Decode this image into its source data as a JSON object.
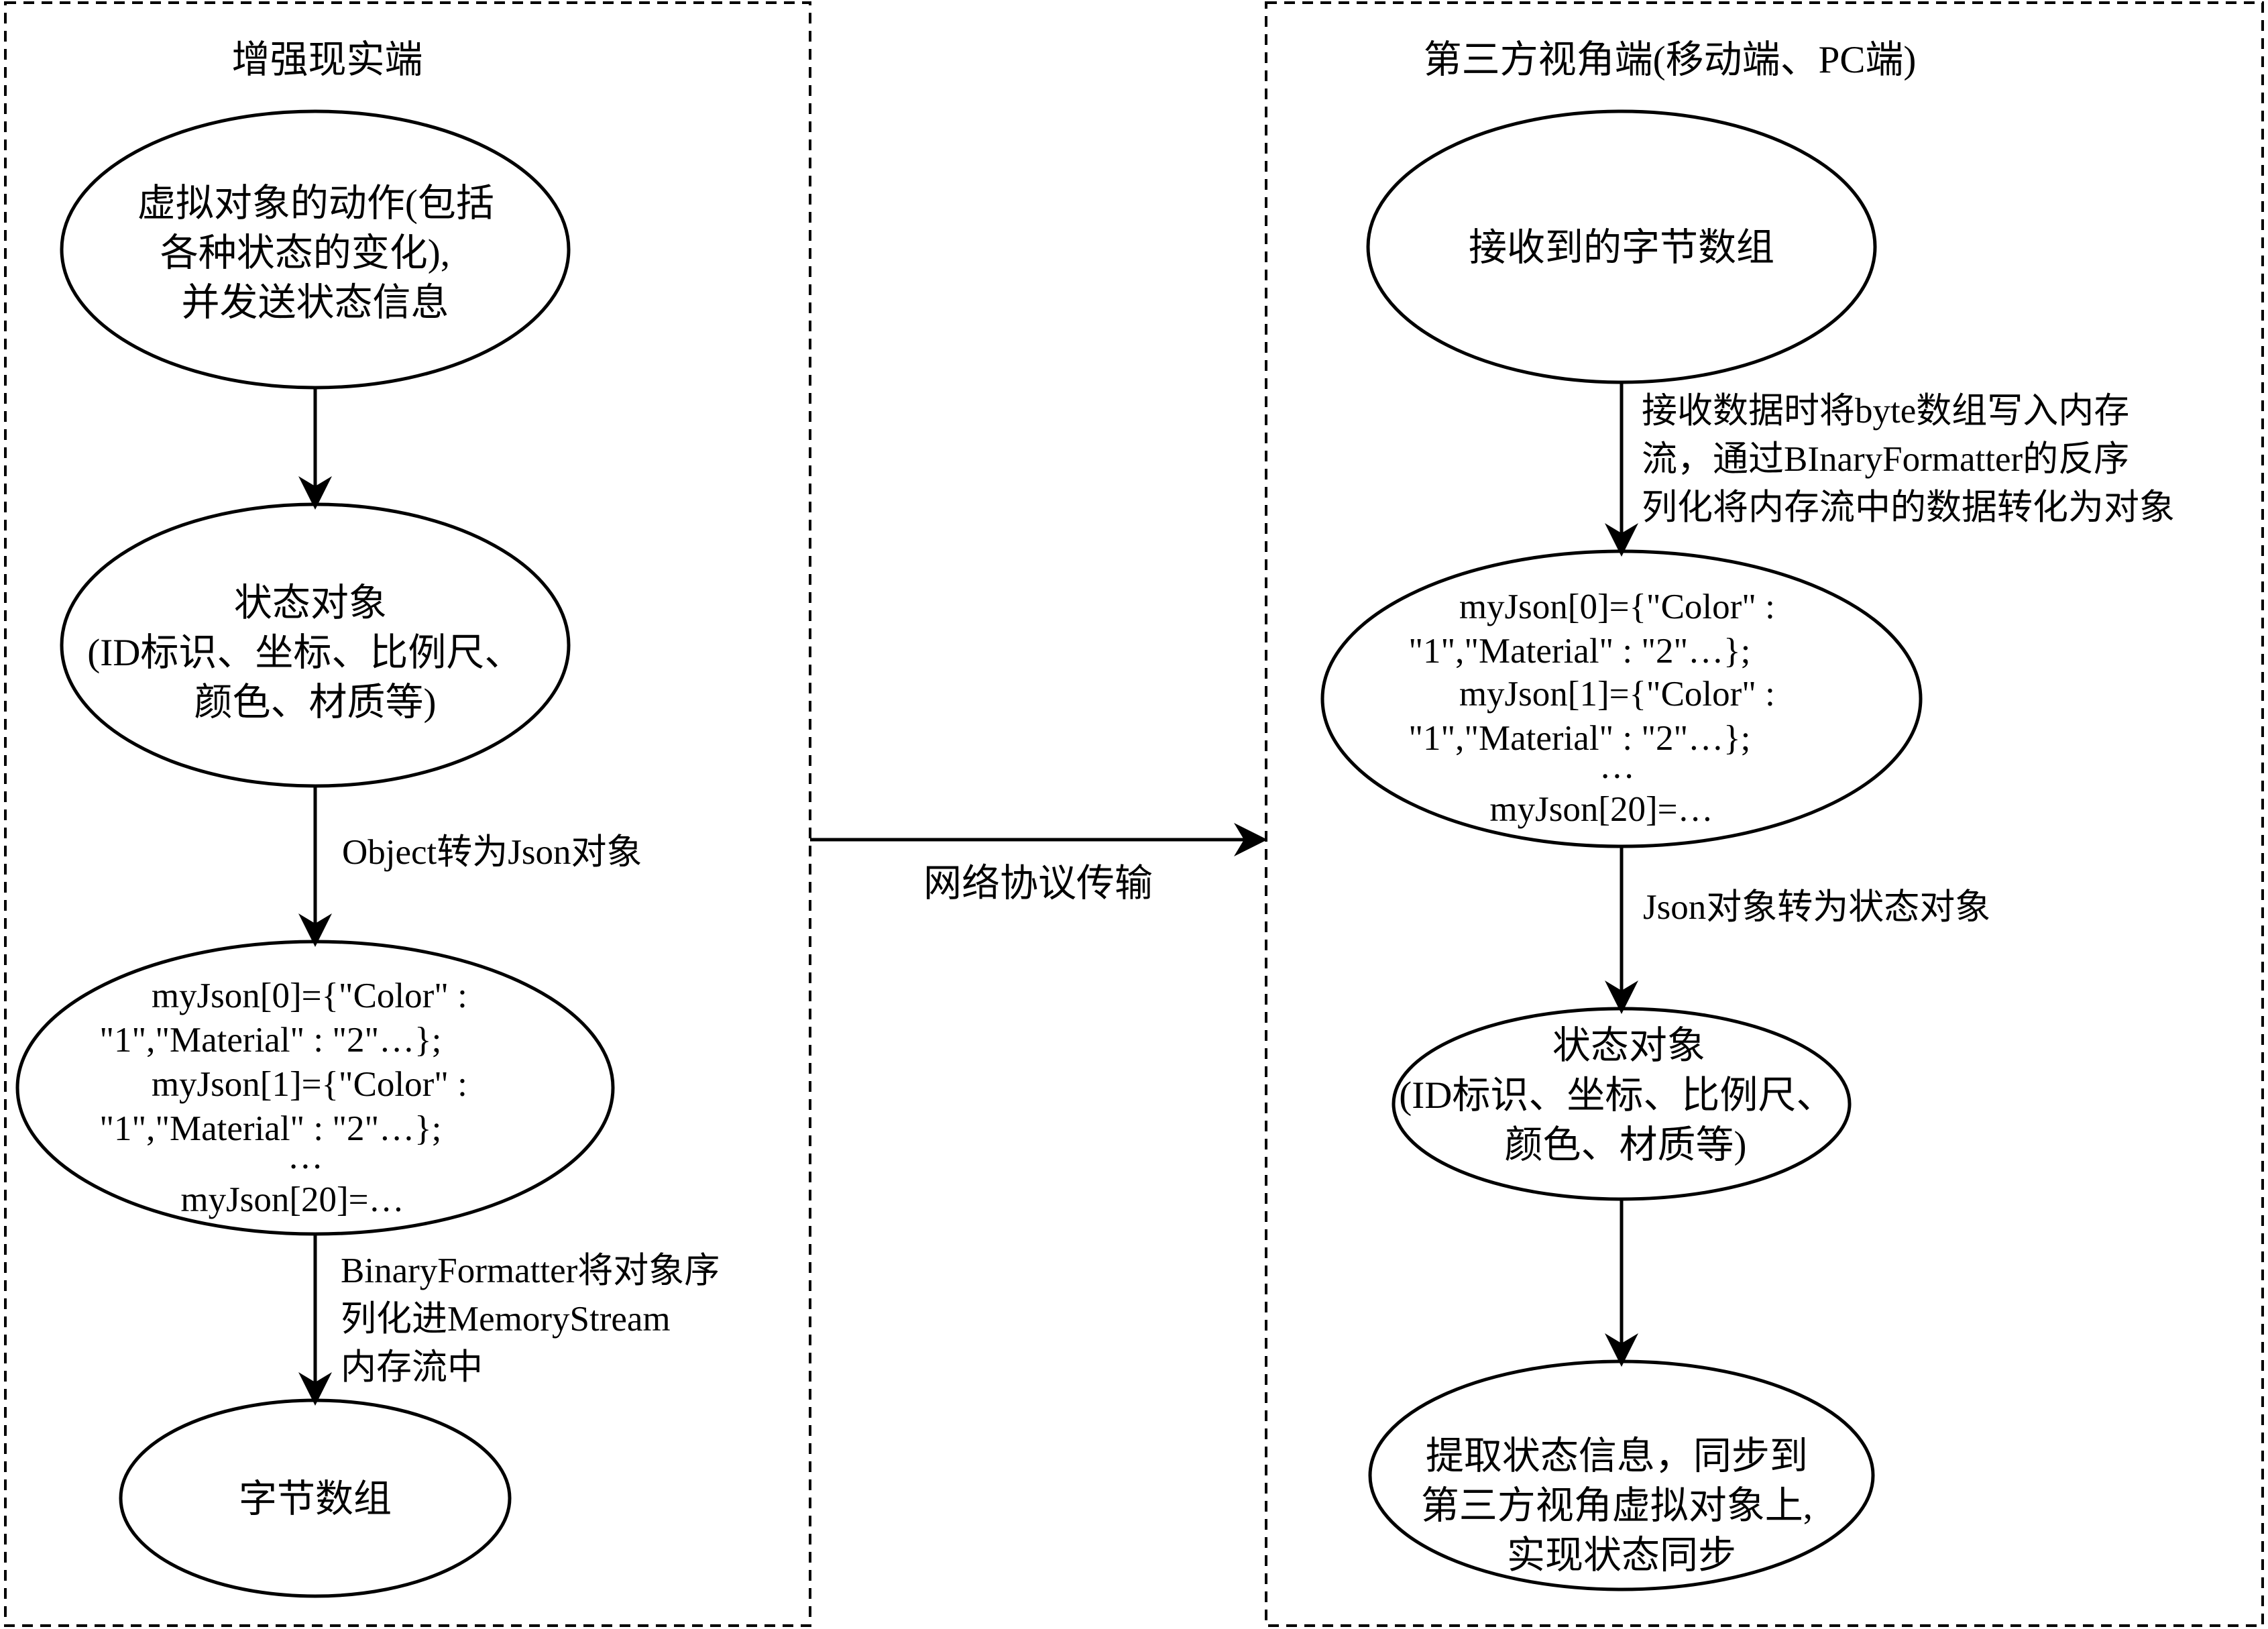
{
  "left_panel": {
    "title": "增强现实端",
    "nodes": [
      {
        "id": "action",
        "lines": [
          "虚拟对象的动作(包括",
          "各种状态的变化),",
          "并发送状态信息"
        ]
      },
      {
        "id": "state",
        "lines": [
          "状态对象",
          "(ID标识、坐标、比例尺、",
          "颜色、材质等)"
        ]
      },
      {
        "id": "json",
        "lines": [
          "myJson[0]={\"Color\" :",
          "\"1\",\"Material\" : \"2\"…};",
          "myJson[1]={\"Color\" :",
          "\"1\",\"Material\" : \"2\"…};",
          "…",
          "myJson[20]=…"
        ]
      },
      {
        "id": "bytes",
        "lines": [
          "字节数组"
        ]
      }
    ],
    "edges": [
      {
        "from": "action",
        "to": "state",
        "label_lines": []
      },
      {
        "from": "state",
        "to": "json",
        "label_lines": [
          "Object转为Json对象"
        ]
      },
      {
        "from": "json",
        "to": "bytes",
        "label_lines": [
          "BinaryFormatter将对象序",
          "列化进MemoryStream",
          "内存流中"
        ]
      }
    ]
  },
  "network": {
    "label": "网络协议传输"
  },
  "right_panel": {
    "title": "第三方视角端(移动端、PC端)",
    "nodes": [
      {
        "id": "recv",
        "lines": [
          "接收到的字节数组"
        ]
      },
      {
        "id": "json",
        "lines": [
          "myJson[0]={\"Color\" :",
          "\"1\",\"Material\" : \"2\"…};",
          "myJson[1]={\"Color\" :",
          "\"1\",\"Material\" : \"2\"…};",
          "…",
          "myJson[20]=…"
        ]
      },
      {
        "id": "state",
        "lines": [
          "状态对象",
          "(ID标识、坐标、比例尺、",
          "颜色、材质等)"
        ]
      },
      {
        "id": "sync",
        "lines": [
          "提取状态信息，同步到",
          "第三方视角虚拟对象上,",
          "实现状态同步"
        ]
      }
    ],
    "edges": [
      {
        "from": "recv",
        "to": "json",
        "label_lines": [
          "接收数据时将byte数组写入内存",
          "流，通过BInaryFormatter的反序",
          "列化将内存流中的数据转化为对象"
        ]
      },
      {
        "from": "json",
        "to": "state",
        "label_lines": [
          "Json对象转为状态对象"
        ]
      },
      {
        "from": "state",
        "to": "sync",
        "label_lines": []
      }
    ]
  }
}
